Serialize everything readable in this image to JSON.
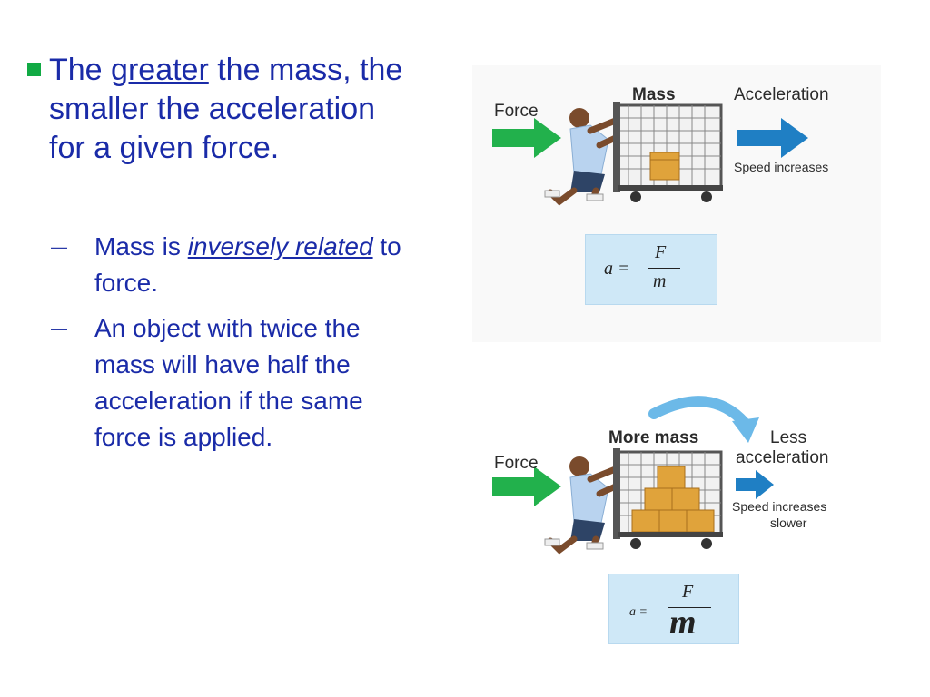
{
  "bullets": {
    "main": {
      "pre": "The ",
      "emph": "greater",
      "post": " the mass, the smaller the acceleration for a given force."
    },
    "sub": [
      {
        "pre": "Mass is ",
        "emph": "inversely related",
        "post": " to force."
      },
      {
        "text": "An object with twice the mass will have half the acceleration if the same force is applied."
      }
    ],
    "dash": "—"
  },
  "figure_top": {
    "force_label": "Force",
    "mass_label": "Mass",
    "acceleration_label": "Acceleration",
    "speed_label": "Speed increases",
    "equation": {
      "lhs": "a =",
      "numerator": "F",
      "denominator": "m"
    }
  },
  "figure_bottom": {
    "force_label": "Force",
    "mass_label": "More mass",
    "acceleration_label_1": "Less",
    "acceleration_label_2": "acceleration",
    "speed_label_1": "Speed increases",
    "speed_label_2": "slower",
    "equation": {
      "lhs": "a =",
      "numerator": "F",
      "denominator": "m"
    }
  },
  "colors": {
    "text": "#1a2ba8",
    "bullet": "#11aa44",
    "force_arrow": "#22b14c",
    "accel_arrow": "#1f7fc4",
    "curve_arrow": "#6cb9e8",
    "equation_bg": "#cfe8f7",
    "box": "#e0a33b"
  }
}
